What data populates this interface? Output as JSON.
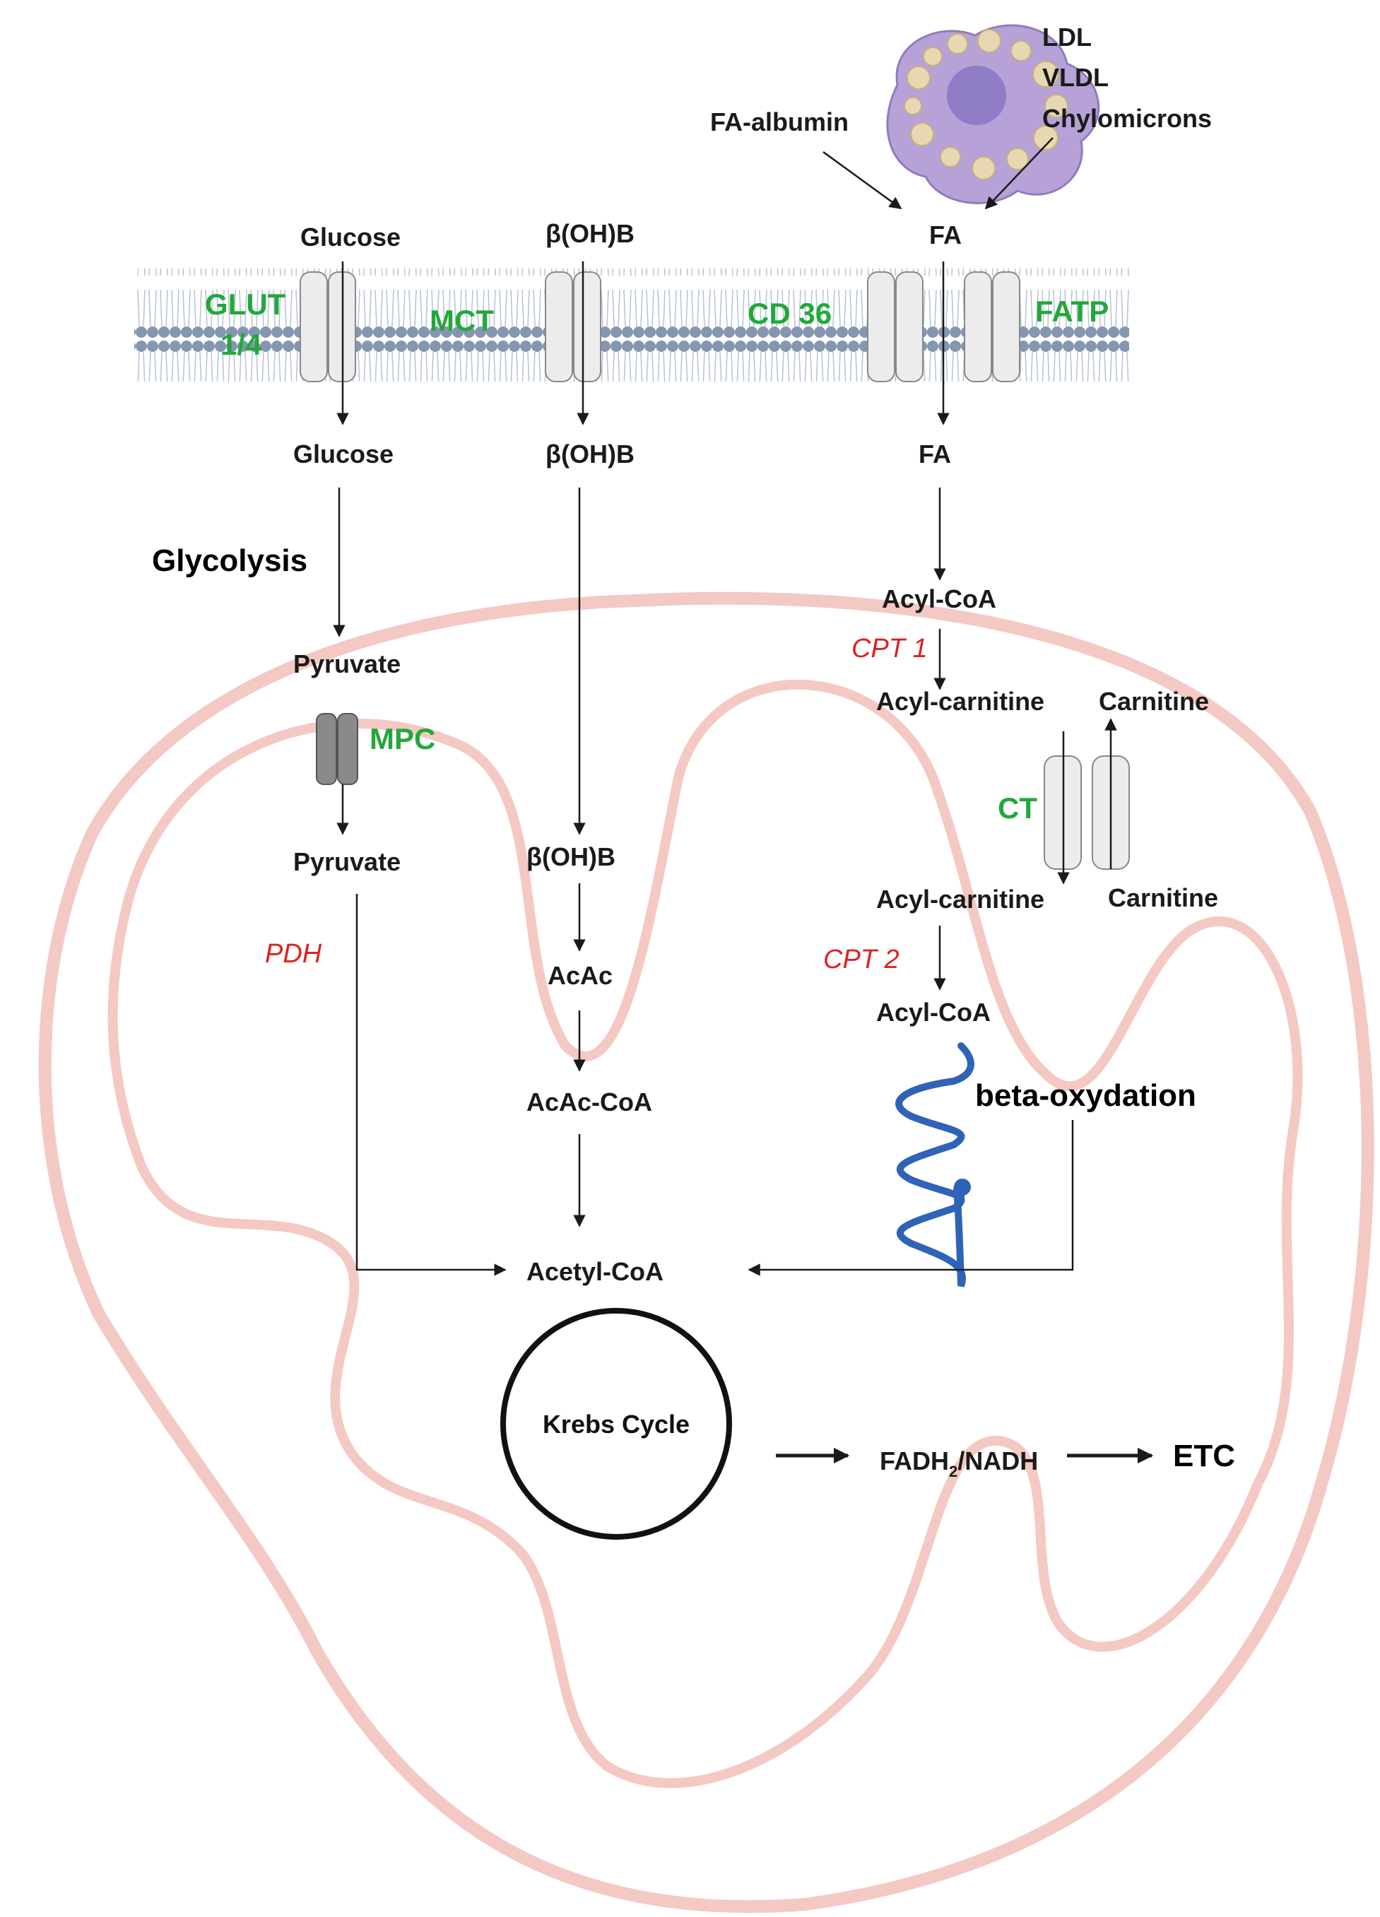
{
  "colors": {
    "transporter_label": "#22a83a",
    "enzyme_label": "#e02020",
    "mitochondrion_outline": "#f4c9c3",
    "membrane_head": "#8496b0",
    "channel_fill": "#ececec",
    "mpc_fill": "#8a8a8a",
    "helix": "#2f63b8",
    "lipoprotein": "#b6a2d6"
  },
  "extracellular": {
    "fa_albumin": "FA-albumin",
    "ldl": "LDL",
    "vldl": "VLDL",
    "chylomicrons": "Chylomicrons",
    "fa_outside": "FA",
    "glucose_outside": "Glucose",
    "bohb_outside": "β(OH)B"
  },
  "transporters": {
    "glut": "GLUT",
    "glut_sub": "1/4",
    "mct": "MCT",
    "cd36": "CD 36",
    "fatp": "FATP",
    "mpc": "MPC",
    "ct": "CT"
  },
  "cytosol": {
    "glucose": "Glucose",
    "bohb": "β(OH)B",
    "fa": "FA",
    "glycolysis": "Glycolysis",
    "pyruvate": "Pyruvate",
    "acyl_coa": "Acyl-CoA",
    "cpt1": "CPT 1",
    "acyl_carnitine": "Acyl-carnitine",
    "carnitine": "Carnitine"
  },
  "mitochondria": {
    "pyruvate": "Pyruvate",
    "pdh": "PDH",
    "bohb": "β(OH)B",
    "acac": "AcAc",
    "acac_coa": "AcAc-CoA",
    "acyl_carnitine": "Acyl-carnitine",
    "carnitine": "Carnitine",
    "cpt2": "CPT 2",
    "acyl_coa": "Acyl-CoA",
    "beta_oxidation": "beta-oxydation",
    "acetyl_coa": "Acetyl-CoA",
    "krebs": "Krebs Cycle",
    "fadh_prefix": "FADH",
    "fadh_sub": "2",
    "fadh_suffix": "/NADH",
    "etc": "ETC"
  }
}
